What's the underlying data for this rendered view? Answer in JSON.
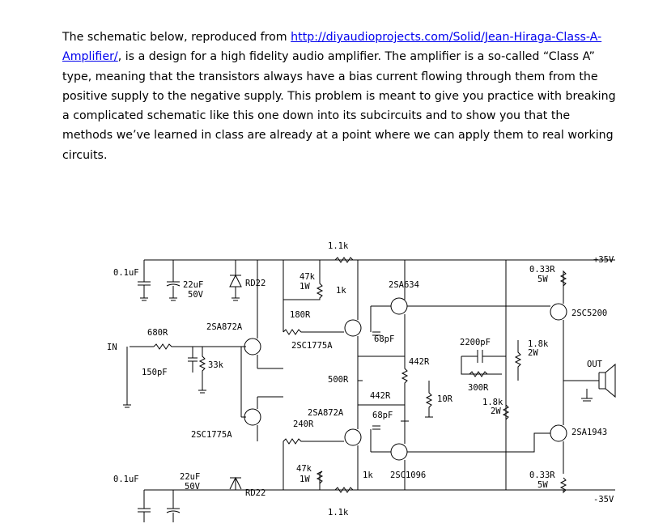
{
  "paragraph": {
    "before_link": "The schematic below, reproduced from ",
    "link": "http://diyaudioprojects.com/Solid/Jean-Hiraga-Class-A-Amplifier/",
    "after_link": ", is a design for a high fidelity audio amplifier.  The amplifier is a so-called “Class A” type, meaning that the transistors always have a bias current flowing through them from the positive supply to the negative supply.  This problem is meant to give you practice with breaking a complicated schematic like this one down into its subcircuits and to show you that the methods we’ve learned in class are already at a point where we can apply them to real working circuits."
  },
  "schematic": {
    "labels": {
      "c_top": "0.1uF",
      "c_bot": "0.1uF",
      "cap_top": "22uF",
      "cap_top_v": "50V",
      "cap_bot": "22uF",
      "cap_bot_v": "50V",
      "rd_top": "RD22",
      "rd_bot": "RD22",
      "r_47k_top": "47k",
      "r_47k_top_w": "1W",
      "r_1k_top": "1k",
      "r_1k1_top": "1.1k",
      "r_1k1_bot": "1.1k",
      "r_180": "180R",
      "q_2sa872a_top": "2SA872A",
      "q_2sc1775a_top": "2SC1775A",
      "q_2sa634": "2SA634",
      "c_68_top": "68pF",
      "c_2200": "2200pF",
      "r_680": "680R",
      "in": "IN",
      "c_150": "150pF",
      "r_33k": "33k",
      "r_442_a": "442R",
      "r_442_b": "442R",
      "r_500": "500R",
      "r_10": "10R",
      "r_300": "300R",
      "r_1k8_a": "1.8k",
      "r_1k8_a_w": "2W",
      "r_1k8_b": "1.8k",
      "r_1k8_b_w": "2W",
      "q_2sc1775a_bot": "2SC1775A",
      "q_2sa872a_bot": "2SA872A",
      "r_240": "240R",
      "c_68_bot": "68pF",
      "q_2sc1096": "2SC1096",
      "r_47k_bot": "47k",
      "r_47k_bot_w": "1W",
      "r_1k_bot": "1k",
      "r_033_top": "0.33R",
      "r_033_top_w": "5W",
      "r_033_bot": "0.33R",
      "r_033_bot_w": "5W",
      "q_2sc5200": "2SC5200",
      "q_2sa1943": "2SA1943",
      "out": "OUT",
      "vpos": "+35V",
      "vneg": "-35V"
    }
  }
}
